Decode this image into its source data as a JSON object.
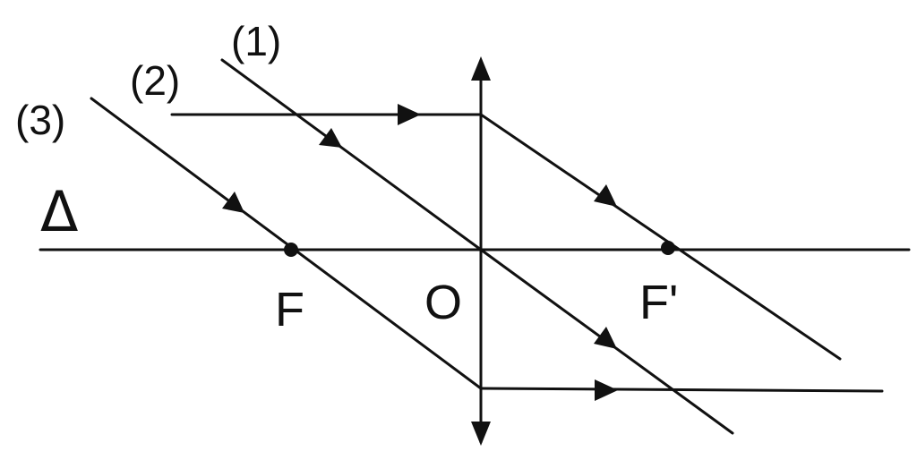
{
  "diagram": {
    "axis_label": "Δ",
    "rays": [
      {
        "id": "1",
        "label": "(1)"
      },
      {
        "id": "2",
        "label": "(2)"
      },
      {
        "id": "3",
        "label": "(3)"
      }
    ],
    "points": {
      "focal_object": "F",
      "center": "O",
      "focal_image": "F'"
    },
    "colors": {
      "stroke": "#111111",
      "background": "#ffffff"
    }
  }
}
